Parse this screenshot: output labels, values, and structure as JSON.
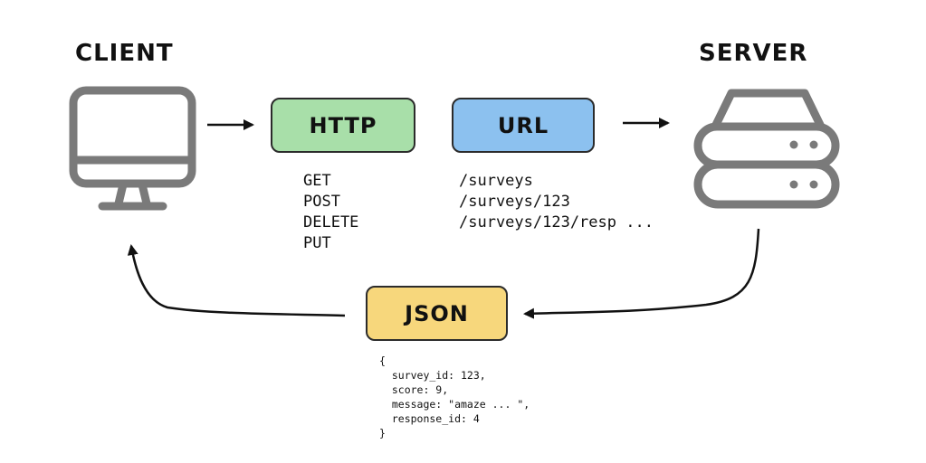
{
  "titles": {
    "client": "CLIENT",
    "server": "SERVER"
  },
  "boxes": {
    "http": {
      "label": "HTTP",
      "color": "#a8dfa9"
    },
    "url": {
      "label": "URL",
      "color": "#8cc1ef"
    },
    "json": {
      "label": "JSON",
      "color": "#f7d77c"
    }
  },
  "methods": [
    "GET",
    "POST",
    "DELETE",
    "PUT"
  ],
  "urls": [
    "/surveys",
    "/surveys/123",
    "/surveys/123/resp ..."
  ],
  "json_body": {
    "open": "{",
    "lines": [
      "  survey_id: 123,",
      "  score: 9,",
      "  message: \"amaze ... \",",
      "  response_id: 4"
    ],
    "close": "}"
  },
  "icons": {
    "client": "monitor-icon",
    "server": "server-icon"
  },
  "colors": {
    "icon": "#7a7a7a",
    "stroke": "#111111"
  }
}
